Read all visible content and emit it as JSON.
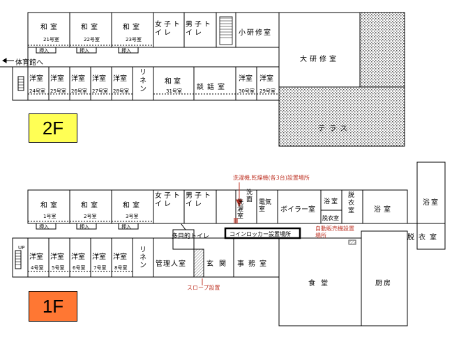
{
  "floors": {
    "f2": {
      "label": "2F",
      "rooms": {
        "washitsu21": "和室",
        "num21": "21号室",
        "washitsu22": "和室",
        "num22": "22号室",
        "washitsu23": "和室",
        "num23": "23号室",
        "oshiire": "押入",
        "women_wc": "女子トイレ",
        "men_wc": "男子トイレ",
        "small_study": "小研修室",
        "large_study": "大研修室",
        "to_gym": "体育館へ",
        "yoshitsu": "洋室",
        "num24": "24号室",
        "num25": "25号室",
        "num26": "26号室",
        "num27": "27号室",
        "num28": "28号室",
        "linen": "リネン",
        "washitsu31": "和室",
        "num31": "31号室",
        "lounge": "談話室",
        "num30": "30号室",
        "num29": "29号室",
        "terrace": "テラス"
      }
    },
    "f1": {
      "label": "1F",
      "notes": {
        "laundry": "洗濯機,乾燥機(各3台)設置場所",
        "coin_locker": "コインロッカー設置場所",
        "vending": "自動販売機設置場所",
        "slope": "スロープ設置"
      },
      "rooms": {
        "washitsu1": "和室",
        "num1": "1号室",
        "washitsu2": "和室",
        "num2": "2号室",
        "washitsu3": "和室",
        "num3": "3号室",
        "oshiire": "押入",
        "women_wc": "女子トイレ",
        "men_wc": "男子トイレ",
        "washroom": "洗面",
        "laundry_room": "洗濯室",
        "electric": "電気室",
        "boiler": "ボイラー室",
        "bath_small": "浴室",
        "dressing_small": "脱衣室",
        "dressing_mid": "脱衣室",
        "bath": "浴室",
        "bath_right": "浴室",
        "dressing_right": "脱衣室",
        "multi_wc": "多目的トイレ",
        "yoshitsu": "洋室",
        "num4": "4号室",
        "num5": "5号室",
        "num6": "6号室",
        "num7": "7号室",
        "num8": "8号室",
        "linen": "リネン",
        "manager": "管理人室",
        "entrance": "玄関",
        "office": "事務室",
        "dining": "食堂",
        "kitchen": "厨房",
        "up": "UP"
      }
    }
  }
}
